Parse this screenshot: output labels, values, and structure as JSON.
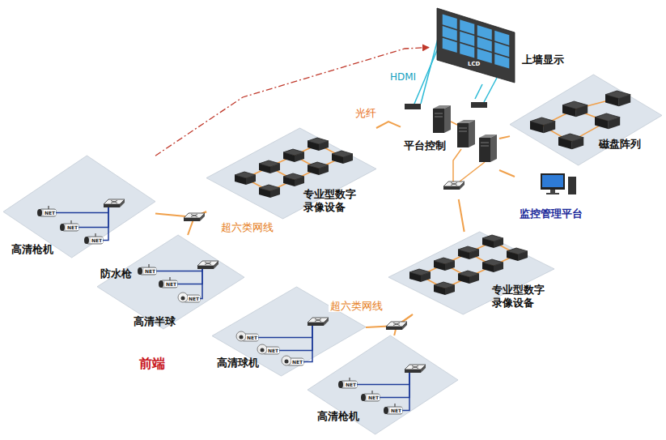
{
  "diagram": {
    "nodes": [
      {
        "text": [
          "LCD",
          "上墙显示"
        ]
      },
      {
        "text": [
          "平台控制"
        ]
      },
      {
        "text": [
          "磁盘阵列"
        ]
      },
      {
        "text": [
          "专业型数字录像设备"
        ]
      },
      {
        "text": [
          "监控管理平台"
        ]
      },
      {
        "text": [
          "高清枪机"
        ]
      },
      {
        "text": [
          "防水枪",
          "高清半球"
        ]
      },
      {
        "text": [
          "专业型数字录像设备"
        ]
      },
      {
        "text": [
          "高清球机"
        ]
      },
      {
        "text": [
          "高清枪机"
        ]
      }
    ],
    "edges": [
      {
        "from": 5,
        "to": 3,
        "arrow": "none"
      },
      {
        "from": 6,
        "to": 3,
        "arrow": "none",
        "label": "超六类网线"
      },
      {
        "from": 3,
        "to": 1,
        "arrow": "none",
        "label": "光纤"
      },
      {
        "from": 8,
        "to": 7,
        "arrow": "none",
        "label": "超六类网线"
      },
      {
        "from": 9,
        "to": 7,
        "arrow": "none"
      },
      {
        "from": 7,
        "to": 1,
        "arrow": "none"
      },
      {
        "from": 1,
        "to": 0,
        "arrow": "none",
        "label": "HDMI"
      },
      {
        "from": 1,
        "to": 2,
        "arrow": "none"
      },
      {
        "from": 1,
        "to": 4,
        "arrow": "none"
      },
      {
        "from": 5,
        "to": 0,
        "arrow": "to"
      }
    ],
    "labels": [
      "NET",
      "NET",
      "NET",
      "NET",
      "NET",
      "NET",
      "前端",
      "NET",
      "NET",
      "NET",
      "NET",
      "NET",
      "NET"
    ]
  }
}
